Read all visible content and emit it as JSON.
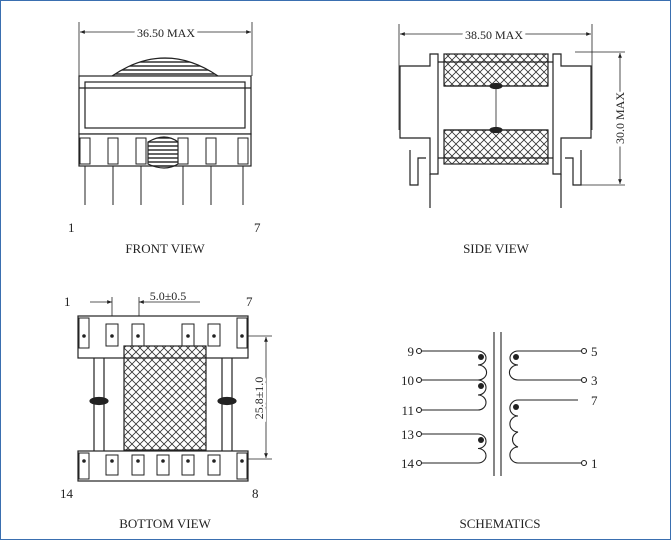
{
  "front_view": {
    "caption": "FRONT VIEW",
    "width_dim": "36.50 MAX",
    "pin_left": "1",
    "pin_right": "7"
  },
  "side_view": {
    "caption": "SIDE VIEW",
    "width_dim": "38.50 MAX",
    "height_dim": "30.0 MAX"
  },
  "bottom_view": {
    "caption": "BOTTOM VIEW",
    "pitch_dim": "5.0±0.5",
    "row_dim": "25.8±1.0",
    "pin_top_left": "1",
    "pin_top_right": "7",
    "pin_bottom_left": "14",
    "pin_bottom_right": "8"
  },
  "schematic": {
    "caption": "SCHEMATICS",
    "left_pins": [
      "9",
      "10",
      "11",
      "13",
      "14"
    ],
    "right_pins": [
      "5",
      "3",
      "7",
      "1"
    ]
  }
}
